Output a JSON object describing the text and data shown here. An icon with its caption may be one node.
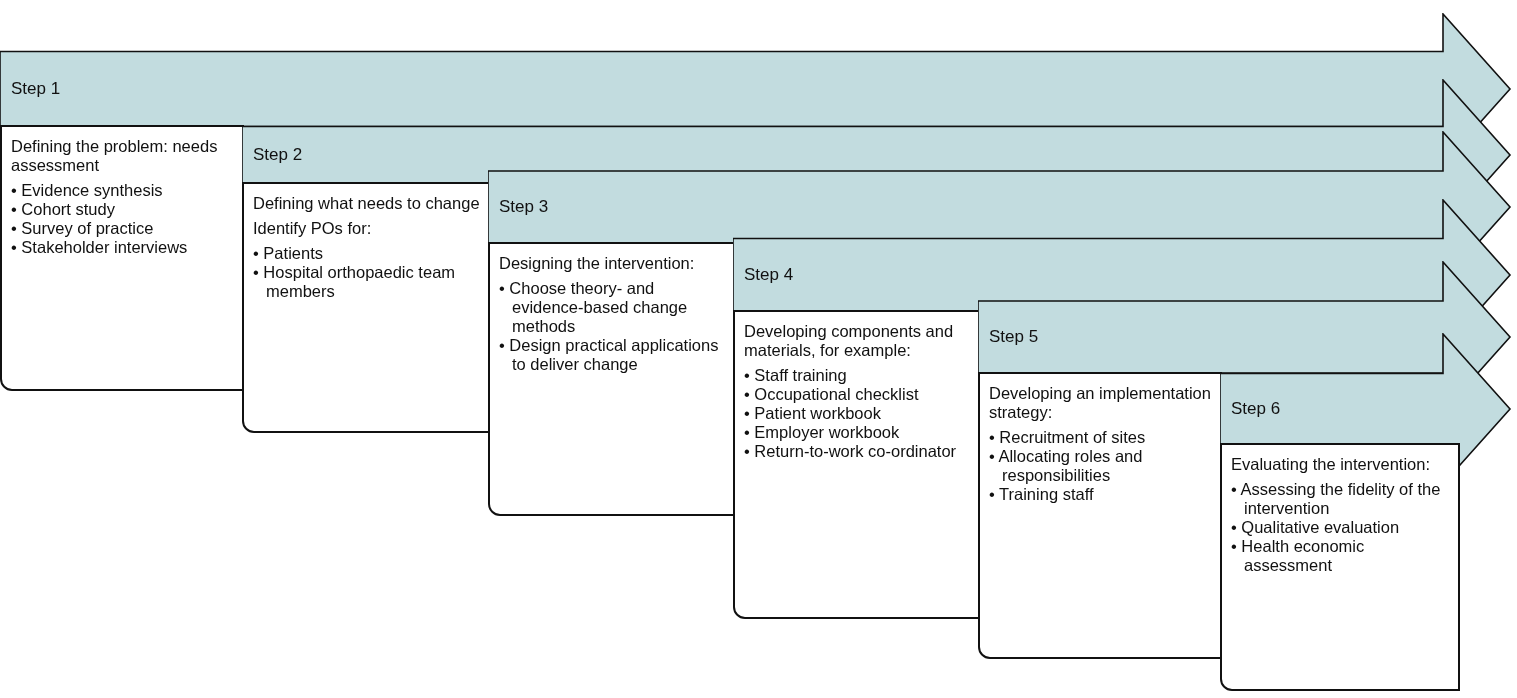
{
  "diagram": {
    "nodes": [
      {
        "text": [
          "Step 1"
        ]
      },
      {
        "text": [
          "Defining the problem: needs assessment",
          "• Evidence synthesis",
          "• Cohort study",
          "• Survey of practice",
          "• Stakeholder interviews"
        ]
      },
      {
        "text": [
          "Step 2"
        ]
      },
      {
        "text": [
          "Defining what needs to change",
          "Identify POs for:",
          "• Patients",
          "• Hospital orthopaedic team members"
        ]
      },
      {
        "text": [
          "Step 3"
        ]
      },
      {
        "text": [
          "Designing the intervention:",
          "• Choose theory- and evidence-based change methods",
          "• Design practical applications to deliver change"
        ]
      },
      {
        "text": [
          "Step 4"
        ]
      },
      {
        "text": [
          "Developing components and materials, for example:",
          "• Staff training",
          "• Occupational checklist",
          "• Patient workbook",
          "• Employer workbook",
          "• Return-to-work co-ordinator"
        ]
      },
      {
        "text": [
          "Step 5"
        ]
      },
      {
        "text": [
          "Developing an implementation strategy:",
          "• Recruitment of sites",
          "• Allocating roles and responsibilities",
          "• Training staff"
        ]
      },
      {
        "text": [
          "Step 6"
        ]
      },
      {
        "text": [
          "Evaluating the intervention:",
          "• Assessing the fidelity of the intervention",
          "• Qualitative evaluation",
          "• Health economic assessment"
        ]
      }
    ]
  }
}
